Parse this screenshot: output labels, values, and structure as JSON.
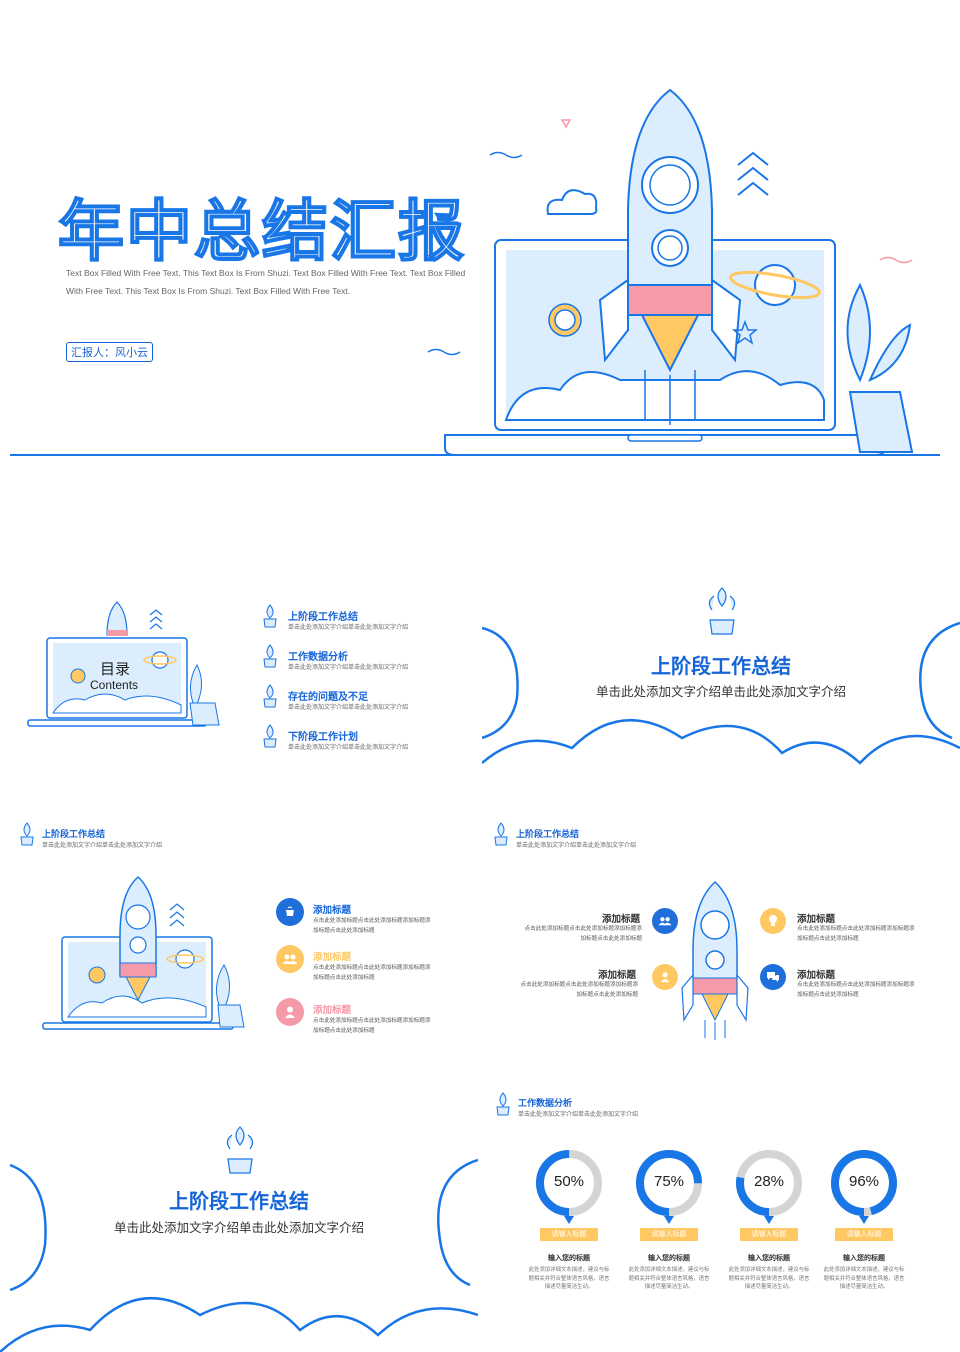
{
  "slide1": {
    "title": "年中总结汇报",
    "subtitle": "Text Box Filled With Free Text. This Text Box Is From Shuzi. Text Box Filled With Free Text. Text Box Filled With Free Text. This Text Box Is From Shuzi. Text Box Filled With Free Text.",
    "reporter": "汇报人：风小云"
  },
  "toc": {
    "title": "目录",
    "subtitle": "Contents",
    "items": [
      {
        "title": "上阶段工作总结",
        "desc": "单击此处添加文字介绍单击此处添加文字介绍"
      },
      {
        "title": "工作数据分析",
        "desc": "单击此处添加文字介绍单击此处添加文字介绍"
      },
      {
        "title": "存在的问题及不足",
        "desc": "单击此处添加文字介绍单击此处添加文字介绍"
      },
      {
        "title": "下阶段工作计划",
        "desc": "单击此处添加文字介绍单击此处添加文字介绍"
      }
    ]
  },
  "section1": {
    "title": "上阶段工作总结",
    "subtitle": "单击此处添加文字介绍单击此处添加文字介绍"
  },
  "slide_a": {
    "header_title": "上阶段工作总结",
    "header_sub": "单击此处添加文字介绍单击此处添加文字介绍",
    "items": [
      {
        "title": "添加标题",
        "desc": "点击此处添加标题点击此处添加标题添加标题添加标题点击此处添加标题",
        "color": "#1e6fd9",
        "icon": "cup-icon"
      },
      {
        "title": "添加标题",
        "desc": "点击此处添加标题点击此处添加标题添加标题添加标题点击此处添加标题",
        "color": "#ffc862",
        "icon": "users-icon"
      },
      {
        "title": "添加标题",
        "desc": "点击此处添加标题点击此处添加标题添加标题添加标题点击此处添加标题",
        "color": "#f59aa8",
        "icon": "user-icon"
      }
    ]
  },
  "slide_b": {
    "header_title": "上阶段工作总结",
    "header_sub": "单击此处添加文字介绍单击此处添加文字介绍",
    "items": [
      {
        "title": "添加标题",
        "desc": "点击此处添加标题点击此处添加标题添加标题添加标题点击此处添加标题"
      },
      {
        "title": "添加标题",
        "desc": "点击此处添加标题点击此处添加标题添加标题添加标题点击此处添加标题"
      },
      {
        "title": "添加标题",
        "desc": "点击此处添加标题点击此处添加标题添加标题添加标题点击此处添加标题"
      },
      {
        "title": "添加标题",
        "desc": "点击此处添加标题点击此处添加标题添加标题添加标题点击此处添加标题"
      }
    ]
  },
  "section2": {
    "title": "上阶段工作总结",
    "subtitle": "单击此处添加文字介绍单击此处添加文字介绍"
  },
  "slide_c": {
    "header_title": "工作数据分析",
    "header_sub": "单击此处添加文字介绍单击此处添加文字介绍",
    "items": [
      {
        "percent": "50%",
        "value": 50,
        "tag": "请输入标题",
        "title": "输入您的标题",
        "desc": "此处添加详细文本描述，建议与标题相关并符合整体语言风格，语言描述尽量简洁生动。"
      },
      {
        "percent": "75%",
        "value": 75,
        "tag": "请输入标题",
        "title": "输入您的标题",
        "desc": "此处添加详细文本描述，建议与标题相关并符合整体语言风格，语言描述尽量简洁生动。"
      },
      {
        "percent": "28%",
        "value": 28,
        "tag": "请输入标题",
        "title": "输入您的标题",
        "desc": "此处添加详细文本描述，建议与标题相关并符合整体语言风格，语言描述尽量简洁生动。"
      },
      {
        "percent": "96%",
        "value": 96,
        "tag": "请输入标题",
        "title": "输入您的标题",
        "desc": "此处添加详细文本描述，建议与标题相关并符合整体语言风格，语言描述尽量简洁生动。"
      }
    ]
  },
  "colors": {
    "primary": "#1976e6",
    "yellow": "#ffc862",
    "pink": "#f59aa8",
    "light": "#dceefd"
  }
}
